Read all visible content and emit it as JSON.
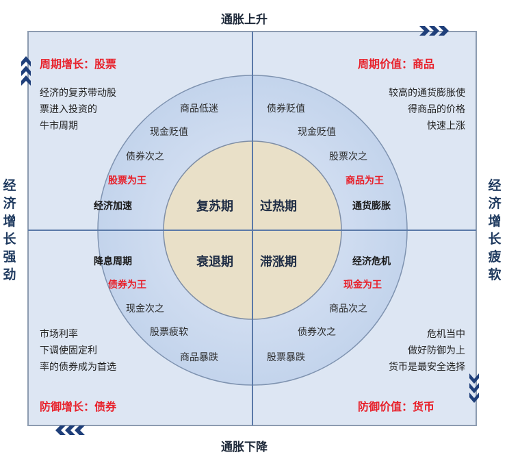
{
  "axes": {
    "top": "通胀上升",
    "bottom": "通胀下降",
    "left": [
      "经",
      "济",
      "增",
      "长",
      "强",
      "劲"
    ],
    "right": [
      "经",
      "济",
      "增",
      "长",
      "疲",
      "软"
    ]
  },
  "colors": {
    "red": "#e8202a",
    "navy": "#1f3a5f",
    "outer_ring": "#cbd9ee",
    "inner_circle": "#e9e0c8",
    "box_bg": "#dde6f3",
    "line": "#5a79a8"
  },
  "quadrants": {
    "top_left": {
      "title": "周期增长：股票",
      "desc": [
        "经济的复苏带动股",
        "票进入投资的",
        "牛市周期"
      ],
      "ring": [
        "商品低迷",
        "现金贬值",
        "债券次之"
      ],
      "king": "股票为王",
      "state": "经济加速",
      "phase": "复苏期"
    },
    "top_right": {
      "title": "周期价值：商品",
      "desc": [
        "较高的通货膨胀使",
        "得商品的价格",
        "快速上涨"
      ],
      "ring": [
        "债券贬值",
        "现金贬值",
        "股票次之"
      ],
      "king": "商品为王",
      "state": "通货膨胀",
      "phase": "过热期"
    },
    "bottom_left": {
      "title": "防御增长：债券",
      "desc": [
        "市场利率",
        "下调使固定利",
        "率的债券成为首选"
      ],
      "ring": [
        "现金次之",
        "股票疲软",
        "商品暴跌"
      ],
      "king": "债券为王",
      "state": "降息周期",
      "phase": "衰退期"
    },
    "bottom_right": {
      "title": "防御价值：货币",
      "desc": [
        "危机当中",
        "做好防御为上",
        "货币是最安全选择"
      ],
      "ring": [
        "商品次之",
        "债券次之",
        "股票暴跌"
      ],
      "king": "现金为王",
      "state": "经济危机",
      "phase": "滞涨期"
    }
  },
  "arrows": {
    "top_right": "chevrons-right-icon",
    "left_top": "chevrons-up-icon",
    "bottom_left": "chevrons-left-icon",
    "right_bottom": "chevrons-down-icon"
  }
}
